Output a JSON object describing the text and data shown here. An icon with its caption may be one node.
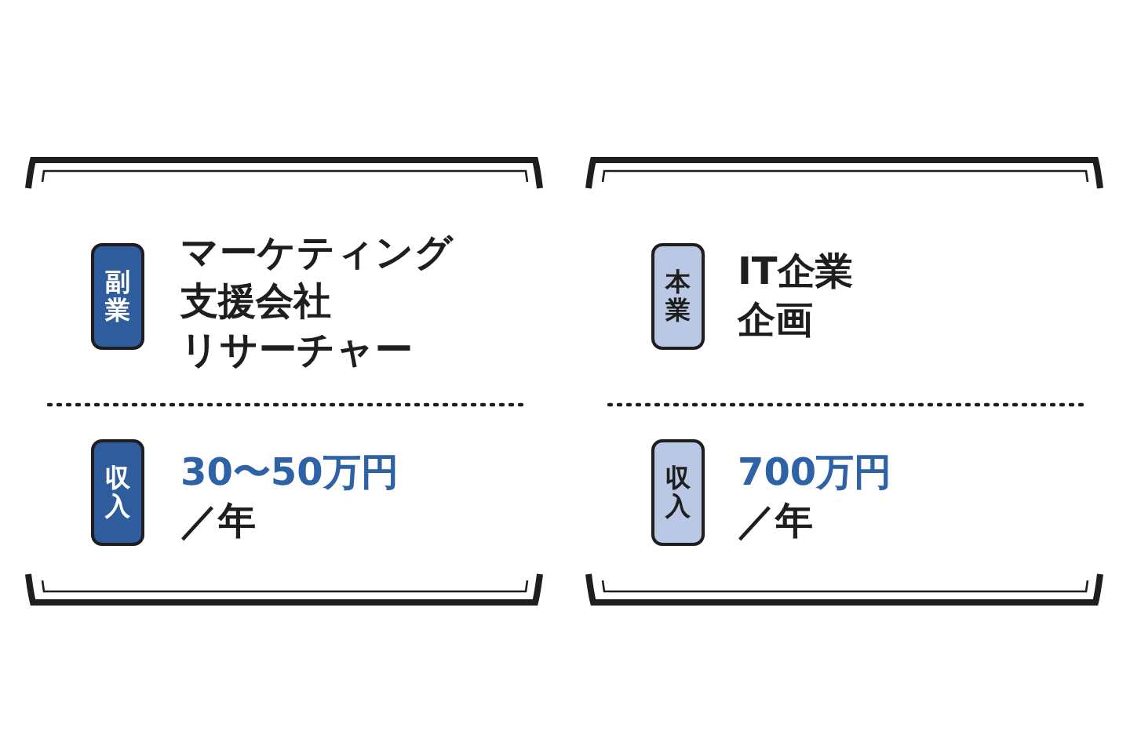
{
  "diagram": {
    "nodes": [
      {
        "text": [],
        "shape": "box"
      },
      {
        "text": [
          "副業"
        ],
        "in": 0,
        "beside": [
          "マーケティング支援会社",
          "リサーチャー"
        ]
      },
      {
        "text": [
          "収入"
        ],
        "in": 0,
        "beside": [
          "30〜50万円",
          "／年"
        ]
      },
      {
        "text": [],
        "shape": "box"
      },
      {
        "text": [
          "本業"
        ],
        "in": 3,
        "beside": [
          "IT企業",
          "企画"
        ]
      },
      {
        "text": [
          "収入"
        ],
        "in": 3,
        "beside": [
          "700万円",
          "／年"
        ]
      }
    ]
  }
}
